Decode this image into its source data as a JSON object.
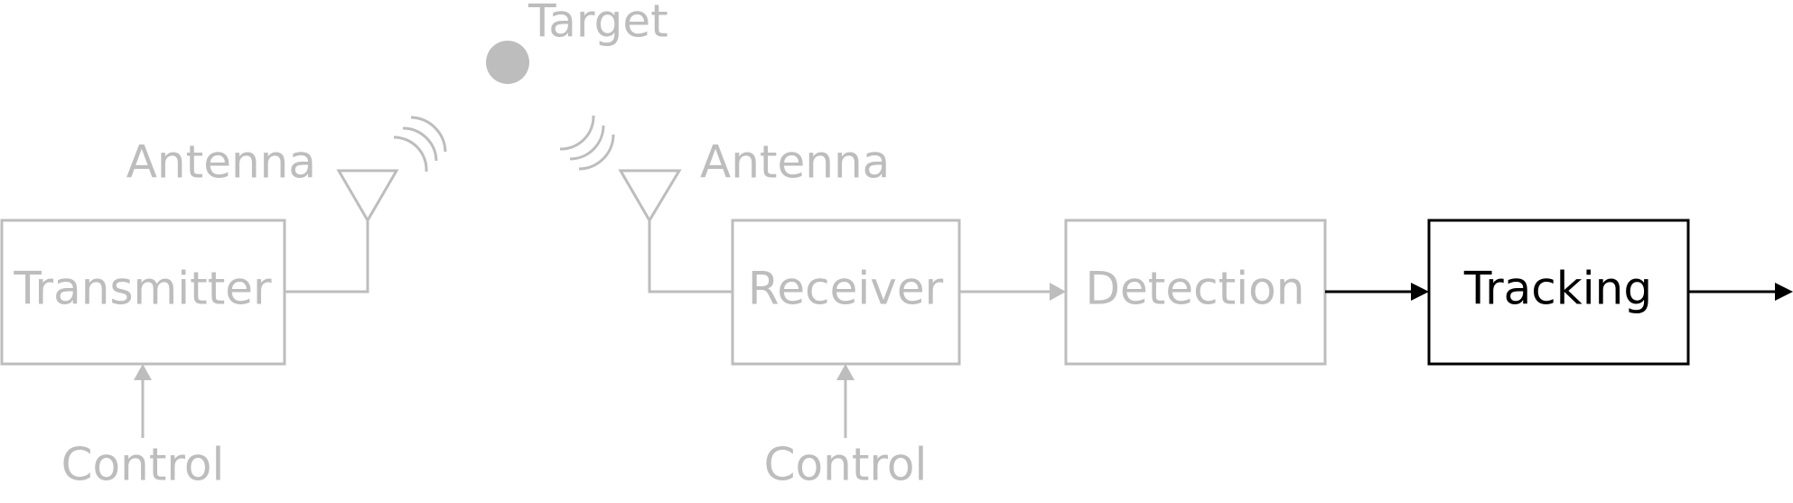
{
  "colors": {
    "inactive": "#bdbdbd",
    "active": "#000000",
    "background": "#ffffff"
  },
  "target": {
    "label": "Target",
    "icon": "target-dot-icon"
  },
  "antennas": {
    "tx": {
      "label": "Antenna",
      "icon": "antenna-icon"
    },
    "rx": {
      "label": "Antenna",
      "icon": "antenna-icon"
    }
  },
  "blocks": {
    "transmitter": {
      "label": "Transmitter",
      "state": "inactive"
    },
    "receiver": {
      "label": "Receiver",
      "state": "inactive"
    },
    "detection": {
      "label": "Detection",
      "state": "inactive"
    },
    "tracking": {
      "label": "Tracking",
      "state": "active"
    }
  },
  "controls": {
    "transmitter": {
      "label": "Control"
    },
    "receiver": {
      "label": "Control"
    }
  },
  "waves": {
    "tx": {
      "icon": "signal-waves-icon"
    },
    "rx": {
      "icon": "signal-waves-icon"
    }
  }
}
